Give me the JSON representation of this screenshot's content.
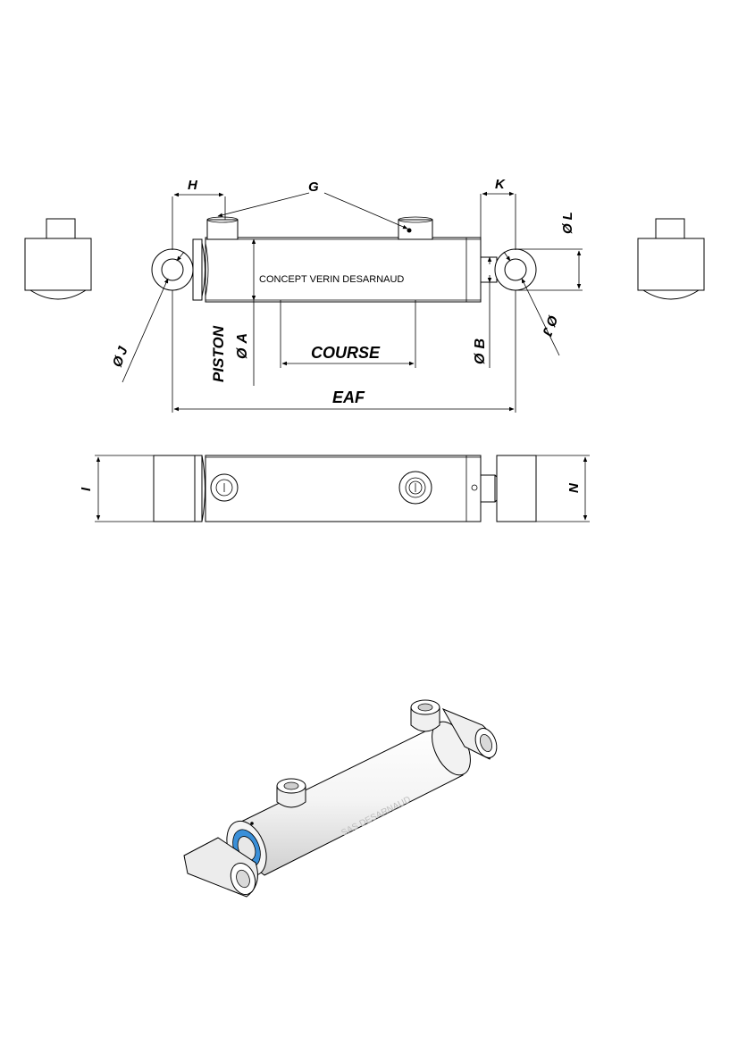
{
  "drawing": {
    "labels": {
      "H": "H",
      "G": "G",
      "K": "K",
      "L": "L",
      "J": "J",
      "A": "A",
      "B": "B",
      "piston": "PISTON",
      "course": "COURSE",
      "eaf": "EAF",
      "I": "I",
      "N": "N",
      "diameter_symbol": "Ø"
    },
    "brand_text": "CONCEPT VERIN DESARNAUD",
    "iso_engraving": "SAS DESARNAUD",
    "colors": {
      "line": "#000000",
      "seal_ring": "#3a8fd8",
      "render_shade": "#d9d9d9"
    }
  }
}
